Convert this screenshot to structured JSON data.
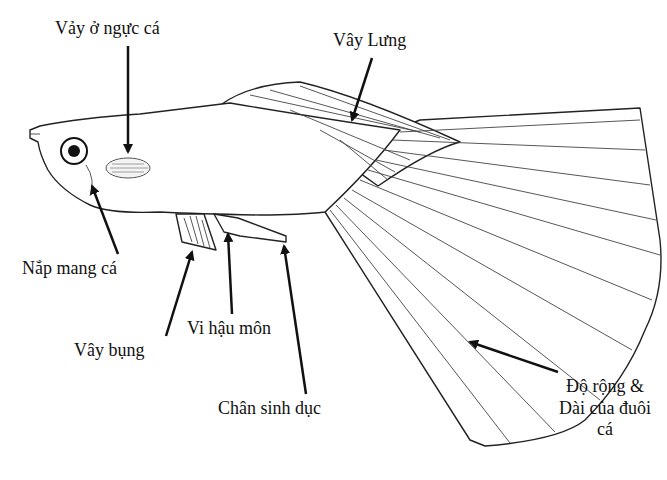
{
  "diagram": {
    "labels": [
      "Vảy ở ngực cá",
      "Vây Lưng",
      "Nắp mang cá",
      "Vây bụng",
      "Vi hậu môn",
      "Chân sinh dục",
      "Độ rộng & Dài của đuôi cá"
    ]
  }
}
